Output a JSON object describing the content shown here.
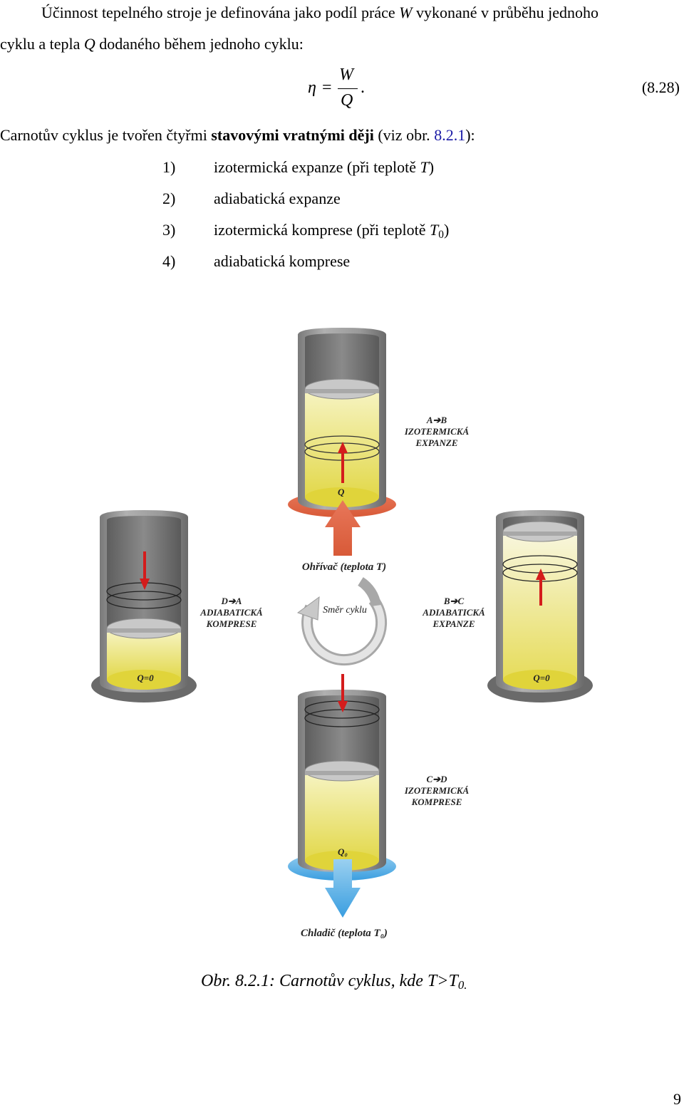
{
  "paragraph1": {
    "line1": {
      "a": "Účinnost tepelného stroje je definována jako podíl práce ",
      "W": "W",
      "b": " vykonané v průběhu jednoho"
    },
    "line2": {
      "a": "cyklu a tepla ",
      "Q": "Q",
      "b": " dodaného během jednoho cyklu:"
    }
  },
  "equation": {
    "lhs": "η",
    "eq": "=",
    "num": "W",
    "den": "Q",
    "dot": ".",
    "number": "(8.28)"
  },
  "paragraph2": {
    "a": "Carnotův cyklus je tvořen čtyřmi ",
    "bold": "stavovými vratnými ději",
    "b": " (viz obr. ",
    "ref": "8.2.1",
    "c": "):"
  },
  "steps": [
    {
      "num": "1)",
      "text": "izotermická expanze (při teplotě ",
      "var": "T",
      "end": ")"
    },
    {
      "num": "2)",
      "text": "adiabatická expanze"
    },
    {
      "num": "3)",
      "text": "izotermická komprese (při teplotě ",
      "var": "T",
      "sub": "0",
      "end": ")"
    },
    {
      "num": "4)",
      "text": "adiabatická komprese"
    }
  ],
  "figure": {
    "ab": {
      "l1": "A➔B",
      "l2": "IZOTERMICKÁ",
      "l3": "EXPANZE"
    },
    "bc": {
      "l1": "B➔C",
      "l2": "ADIABATICKÁ",
      "l3": "EXPANZE"
    },
    "cd": {
      "l1": "C➔D",
      "l2": "IZOTERMICKÁ",
      "l3": "KOMPRESE"
    },
    "da": {
      "l1": "D➔A",
      "l2": "ADIABATICKÁ",
      "l3": "KOMPRESE"
    },
    "q_top": "Q",
    "q_bottom": "Q₀",
    "q_left": "Q=0",
    "q_right": "Q=0",
    "heater": "Ohřívač (teplota T)",
    "cooler": "Chladič (teplota T₀)",
    "cycle": "Směr cyklu",
    "heat_color": "#e06a4a",
    "cool_color": "#5aaee0",
    "gas_color": "#e8e060",
    "arrow_color": "#d41c1c"
  },
  "caption": {
    "a": "Obr. 8.2.1: Carnotův cyklus, kde ",
    "b": "T>T",
    "sub": "0."
  },
  "page_number": "9"
}
